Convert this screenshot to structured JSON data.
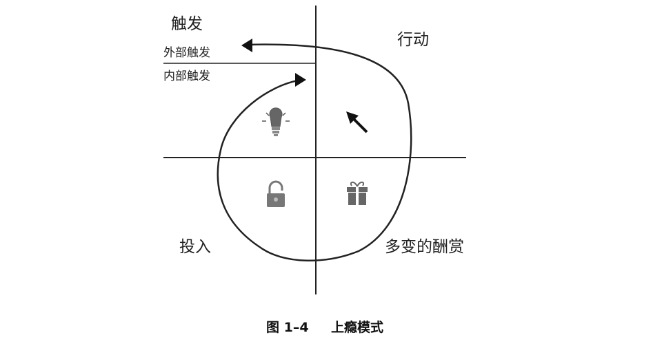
{
  "diagram": {
    "quadrants": {
      "trigger": "触发",
      "action": "行动",
      "investment": "投入",
      "variable_reward": "多变的酬赏"
    },
    "trigger_types": {
      "external": "外部触发",
      "internal": "内部触发"
    },
    "icons": {
      "trigger": "lightbulb-icon",
      "action": "cursor-arrow-icon",
      "variable_reward": "gift-icon",
      "investment": "padlock-icon"
    },
    "colors": {
      "line": "#222222",
      "icon": "#666666"
    }
  },
  "caption": {
    "figure_number": "图 1–4",
    "title": "上瘾模式"
  }
}
